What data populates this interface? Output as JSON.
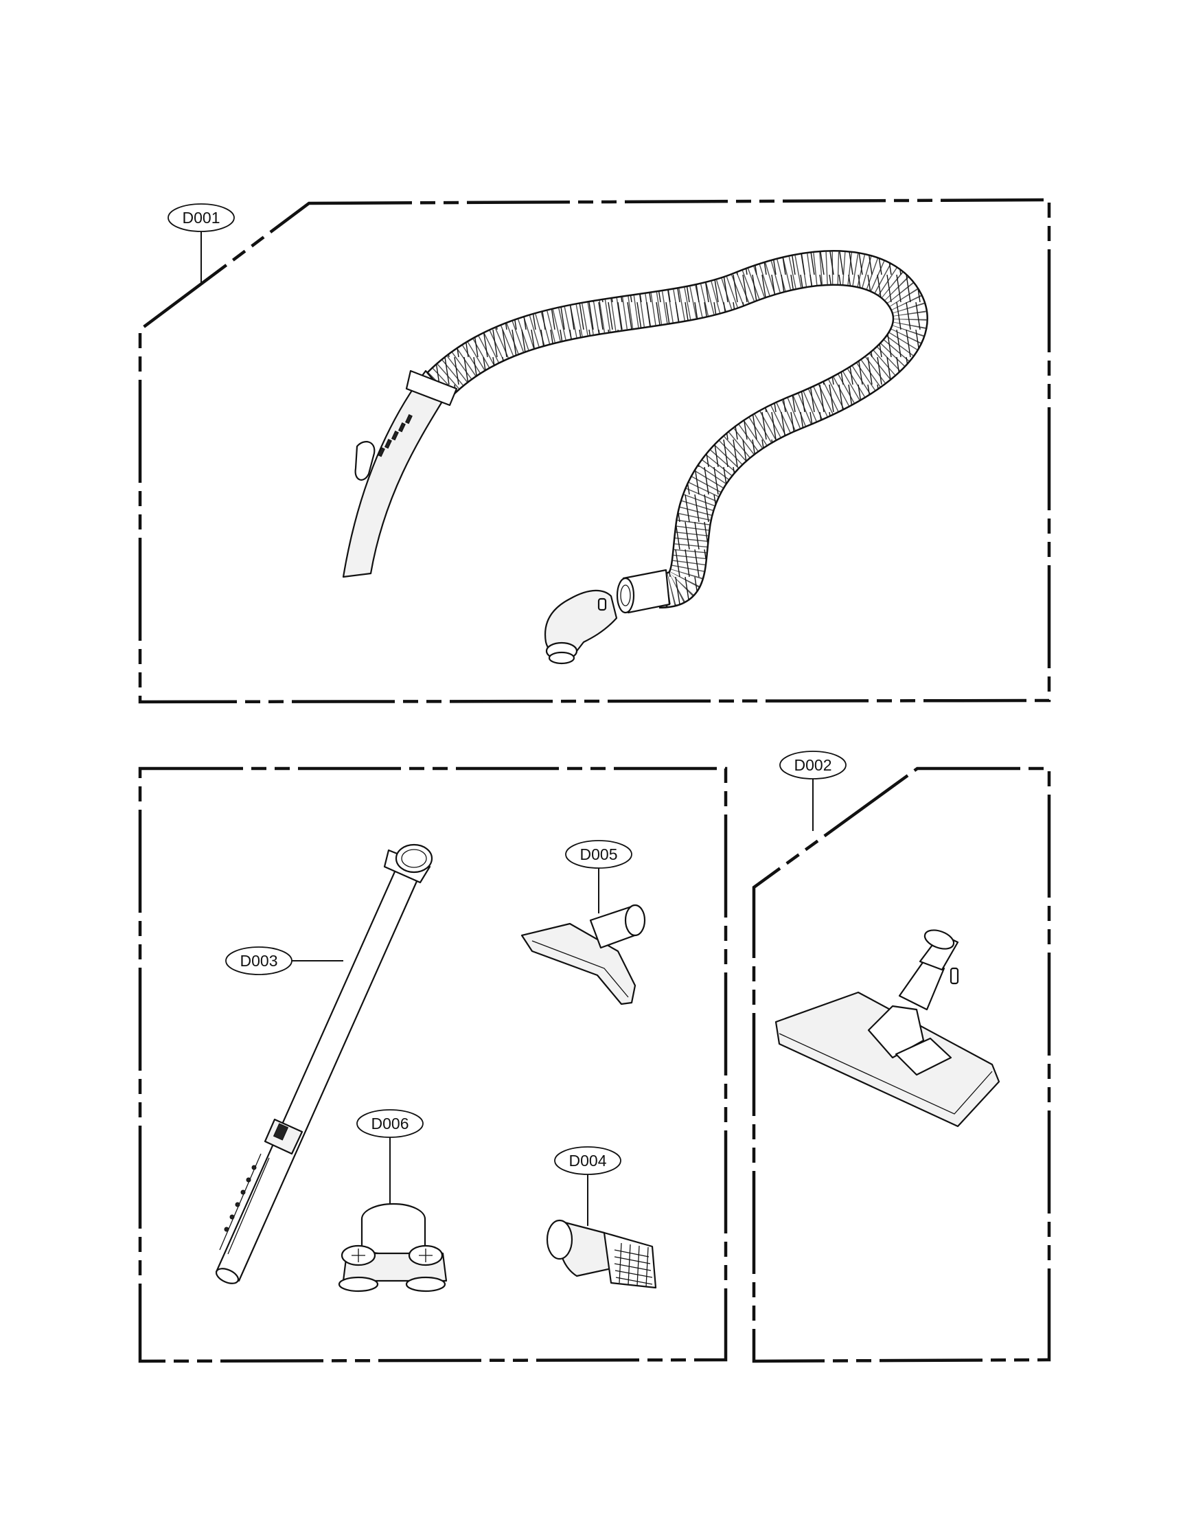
{
  "parts": [
    {
      "id": "D001",
      "depicts": "hose-assembly"
    },
    {
      "id": "D002",
      "depicts": "floor-nozzle"
    },
    {
      "id": "D003",
      "depicts": "telescopic-extension-pipe"
    },
    {
      "id": "D004",
      "depicts": "dusting-brush"
    },
    {
      "id": "D005",
      "depicts": "upholstery-nozzle"
    },
    {
      "id": "D006",
      "depicts": "accessory-holder-clip"
    }
  ],
  "colors": {
    "line": "#111111",
    "background": "#ffffff"
  }
}
